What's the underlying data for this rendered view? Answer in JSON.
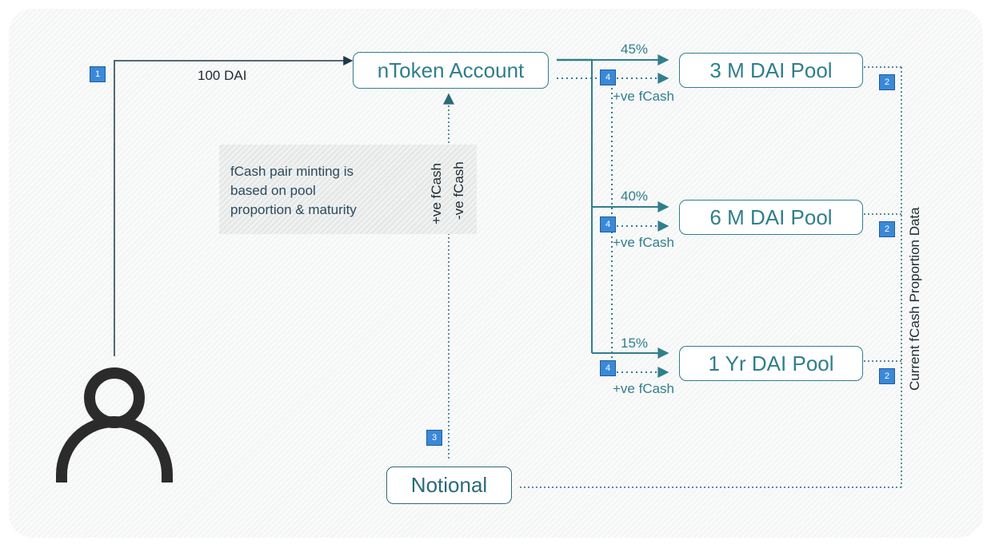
{
  "diagram": {
    "account_box": "nToken Account",
    "notional_box": "Notional",
    "pools": [
      {
        "label": "3 M DAI Pool",
        "share": "45%",
        "fcash": "+ve fCash",
        "step": "4",
        "data_step": "2"
      },
      {
        "label": "6 M DAI Pool",
        "share": "40%",
        "fcash": "+ve fCash",
        "step": "4",
        "data_step": "2"
      },
      {
        "label": "1 Yr DAI Pool",
        "share": "15%",
        "fcash": "+ve fCash",
        "step": "4",
        "data_step": "2"
      }
    ],
    "deposit": {
      "amount": "100 DAI",
      "step": "1"
    },
    "note": "fCash pair minting is\nbased on pool\nproportion & maturity",
    "notional_flow": {
      "positive": "+ve fCash",
      "negative": "-ve fCash",
      "step": "3"
    },
    "proportion_label": "Current fCash Proportion Data"
  },
  "colors": {
    "teal": "#2f7f8c",
    "dark_teal": "#2a6a79",
    "step_tag": "#3a88d8",
    "user_icon": "#2b2b2b"
  }
}
